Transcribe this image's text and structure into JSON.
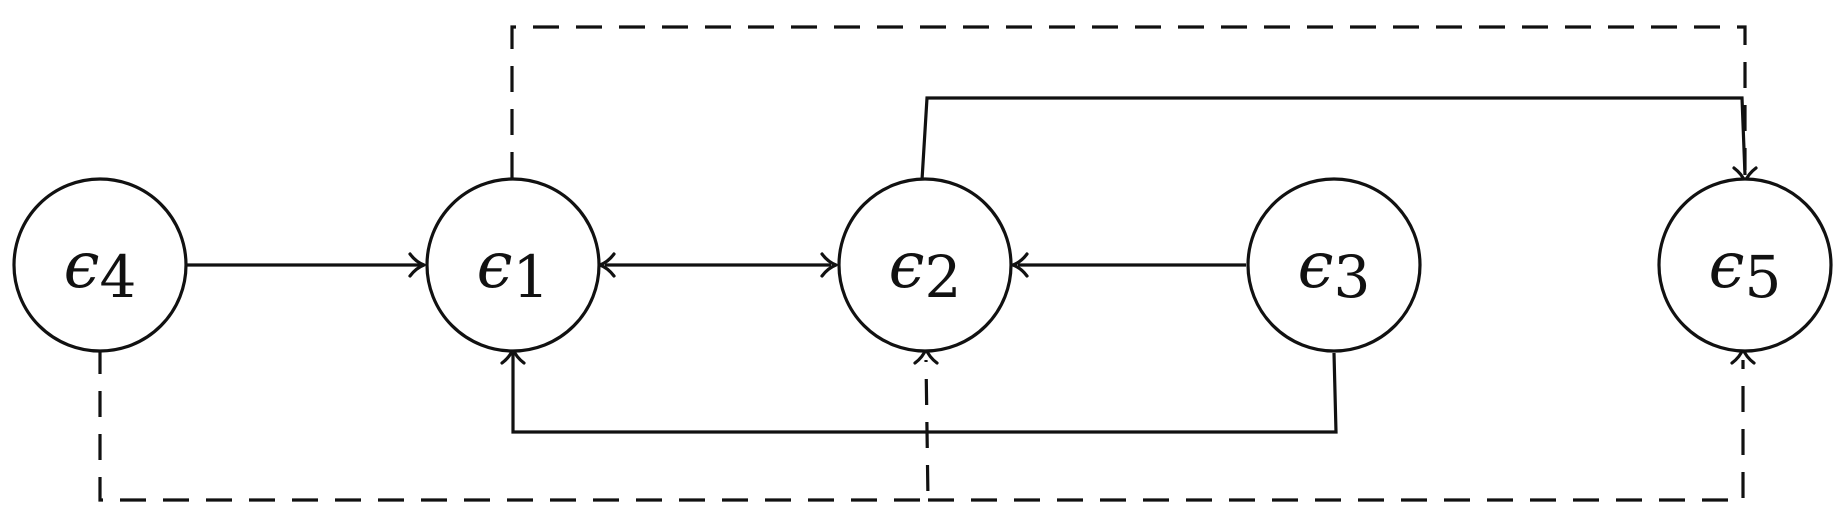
{
  "diagram": {
    "nodes": [
      {
        "id": "e4",
        "symbol": "ϵ",
        "sub": "4"
      },
      {
        "id": "e1",
        "symbol": "ϵ",
        "sub": "1"
      },
      {
        "id": "e2",
        "symbol": "ϵ",
        "sub": "2"
      },
      {
        "id": "e3",
        "symbol": "ϵ",
        "sub": "3"
      },
      {
        "id": "e5",
        "symbol": "ϵ",
        "sub": "5"
      }
    ],
    "edges": [
      {
        "from": "e4",
        "to": "e1",
        "style": "solid"
      },
      {
        "from": "e1",
        "to": "e2",
        "style": "solid",
        "bidirectional": true
      },
      {
        "from": "e3",
        "to": "e2",
        "style": "solid"
      },
      {
        "from": "e2",
        "to": "e5",
        "style": "solid"
      },
      {
        "from": "e3",
        "to": "e1",
        "style": "solid"
      },
      {
        "from": "e1",
        "to": "e5",
        "style": "dashed"
      },
      {
        "from": "e4",
        "to": "e2",
        "style": "dashed"
      },
      {
        "from": "e4",
        "to": "e5",
        "style": "dashed"
      }
    ]
  }
}
